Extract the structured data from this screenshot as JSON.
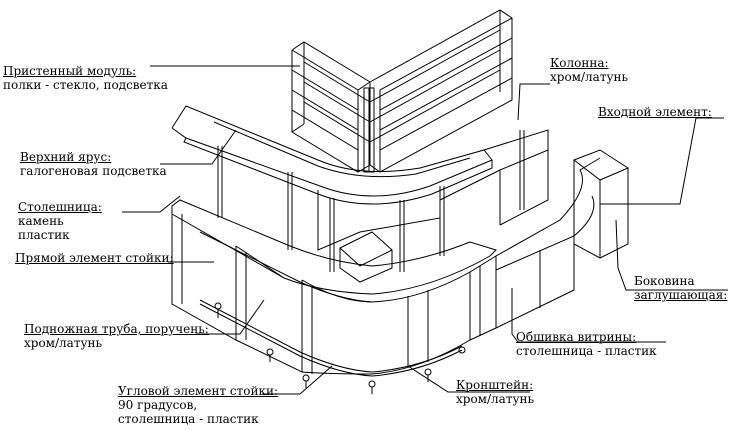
{
  "labels": {
    "wall_module": {
      "title": "Пристенный модуль:",
      "sub": "полки - стекло, подсветка"
    },
    "upper_tier": {
      "title": "Верхний ярус:",
      "sub": "галогеновая подсветка"
    },
    "countertop": {
      "title": "Столешница:",
      "line1": "камень",
      "line2": "пластик"
    },
    "straight_element": {
      "title": "Прямой элемент стойки:"
    },
    "foot_pipe": {
      "title": "Подножная труба, поручень:",
      "sub": "хром/латунь"
    },
    "corner_element": {
      "title": "Угловой элемент стойки:",
      "line1": "90 градусов,",
      "line2": "столешница - пластик"
    },
    "bracket": {
      "title": "Кронштейн:",
      "sub": "хром/латунь"
    },
    "showcase_cladding": {
      "title": "Обшивка витрины:",
      "sub": "столешница - пластик"
    },
    "side_panel": {
      "title": "Боковина",
      "sub": "заглушающая:"
    },
    "entry_element": {
      "title": "Входной элемент:"
    },
    "column": {
      "title": "Колонна:",
      "sub": "хром/латунь"
    }
  }
}
